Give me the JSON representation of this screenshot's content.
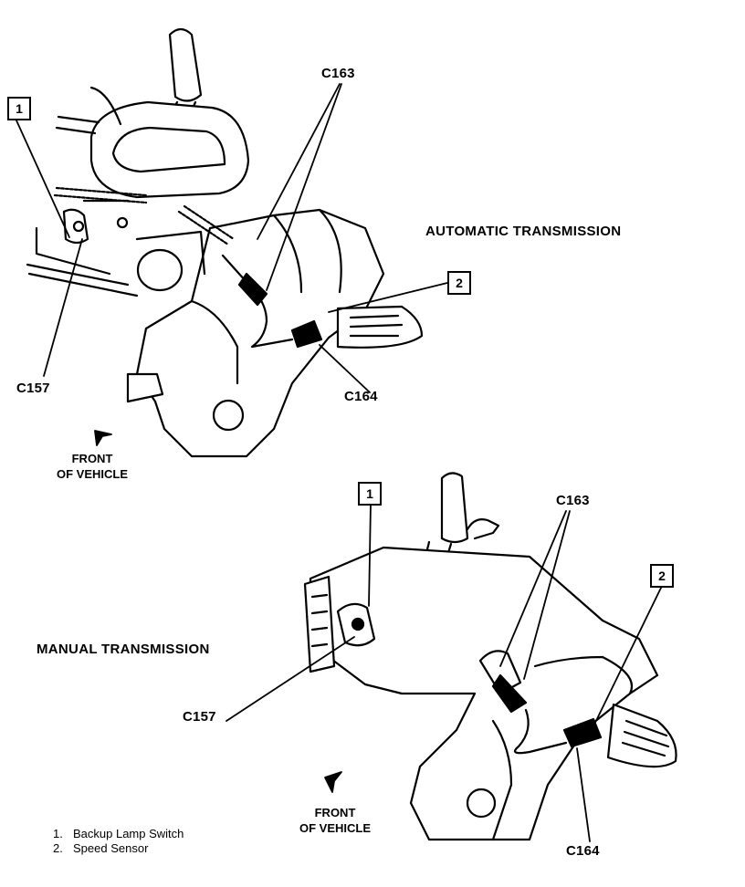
{
  "diagram": {
    "titles": {
      "automatic": "AUTOMATIC TRANSMISSION",
      "manual": "MANUAL TRANSMISSION"
    },
    "connectors": {
      "c163": "C163",
      "c157": "C157",
      "c164": "C164"
    },
    "callouts": {
      "one": "1",
      "two": "2"
    },
    "front_of_vehicle": {
      "line1": "FRONT",
      "line2": "OF VEHICLE"
    },
    "legend": [
      {
        "num": "1.",
        "text": "Backup Lamp Switch"
      },
      {
        "num": "2.",
        "text": "Speed Sensor"
      }
    ],
    "colors": {
      "ink": "#000000",
      "paper": "#ffffff"
    }
  }
}
